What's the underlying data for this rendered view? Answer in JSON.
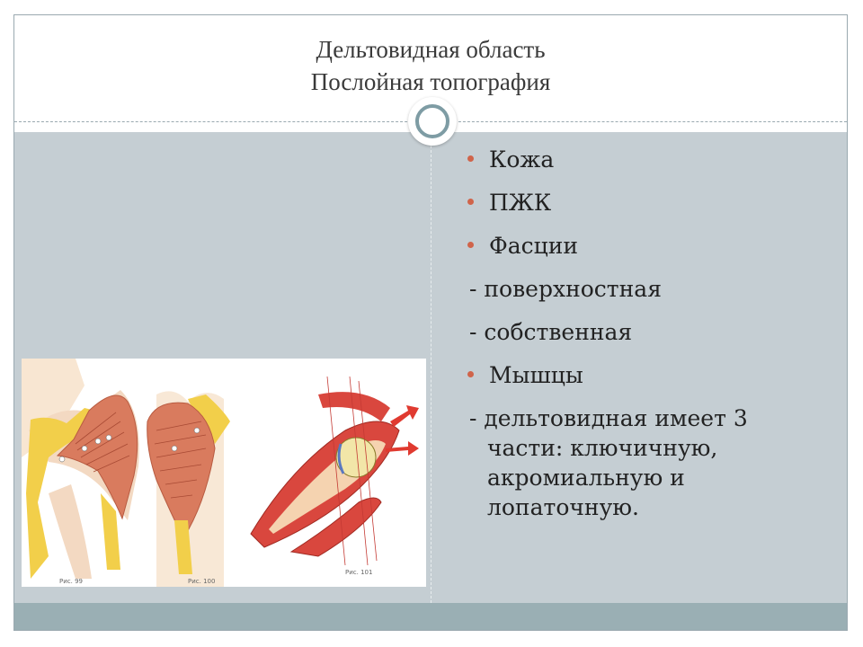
{
  "slide": {
    "title_line1": "Дельтовидная область",
    "title_line2": "Послойная топография"
  },
  "bullets": [
    {
      "kind": "main",
      "text": "Кожа"
    },
    {
      "kind": "main",
      "text": "ПЖК"
    },
    {
      "kind": "main",
      "text": "Фасции"
    },
    {
      "kind": "sub",
      "text": "- поверхностная"
    },
    {
      "kind": "sub",
      "text": "- собственная"
    },
    {
      "kind": "main",
      "text": "Мышцы"
    },
    {
      "kind": "sub",
      "text": "- дельтовидная имеет 3 части: ключичную, акромиальную и лопаточную."
    }
  ],
  "figure": {
    "caption_left": "Рис. 99",
    "caption_middle": "Рис. 100",
    "caption_right": "Рис. 101"
  },
  "colors": {
    "content_bg": "#c5ced3",
    "footer_band": "#9aafb4",
    "bullet_dot": "#d0644a",
    "ornament_ring": "#7e9ca4"
  }
}
